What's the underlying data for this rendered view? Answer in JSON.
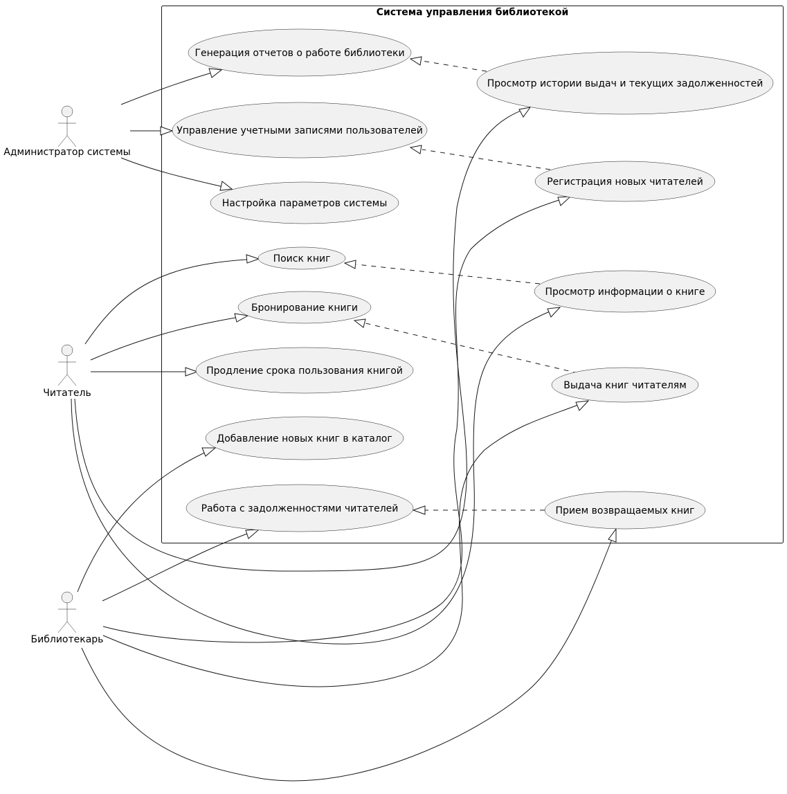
{
  "system": {
    "title": "Система управления библиотекой"
  },
  "actors": {
    "admin": "Администратор системы",
    "reader": "Читатель",
    "librarian": "Библиотекарь"
  },
  "use_cases": {
    "reports": "Генерация отчетов о работе библиотеки",
    "accounts": "Управление учетными записями пользователей",
    "settings": "Настройка параметров системы",
    "search": "Поиск книг",
    "reserve": "Бронирование книги",
    "renew": "Продление срока пользования книгой",
    "add_books": "Добавление новых книг в каталог",
    "debts": "Работа с задолженностями читателей",
    "history": "Просмотр истории выдач и текущих задолженностей",
    "register": "Регистрация новых читателей",
    "book_info": "Просмотр информации о книге",
    "issue": "Выдача книг читателям",
    "returns": "Прием возвращаемых книг"
  },
  "relations": [
    {
      "from": "admin",
      "to": "reports",
      "kind": "association"
    },
    {
      "from": "admin",
      "to": "accounts",
      "kind": "association"
    },
    {
      "from": "admin",
      "to": "settings",
      "kind": "association"
    },
    {
      "from": "reader",
      "to": "search",
      "kind": "association"
    },
    {
      "from": "reader",
      "to": "reserve",
      "kind": "association"
    },
    {
      "from": "reader",
      "to": "renew",
      "kind": "association"
    },
    {
      "from": "reader",
      "to": "history",
      "kind": "association"
    },
    {
      "from": "reader",
      "to": "book_info",
      "kind": "association"
    },
    {
      "from": "librarian",
      "to": "add_books",
      "kind": "association"
    },
    {
      "from": "librarian",
      "to": "debts",
      "kind": "association"
    },
    {
      "from": "librarian",
      "to": "register",
      "kind": "association"
    },
    {
      "from": "librarian",
      "to": "issue",
      "kind": "association"
    },
    {
      "from": "librarian",
      "to": "returns",
      "kind": "association"
    },
    {
      "from": "history",
      "to": "reports",
      "kind": "dependency"
    },
    {
      "from": "register",
      "to": "accounts",
      "kind": "dependency"
    },
    {
      "from": "book_info",
      "to": "search",
      "kind": "dependency"
    },
    {
      "from": "issue",
      "to": "reserve",
      "kind": "dependency"
    },
    {
      "from": "returns",
      "to": "debts",
      "kind": "dependency"
    }
  ]
}
